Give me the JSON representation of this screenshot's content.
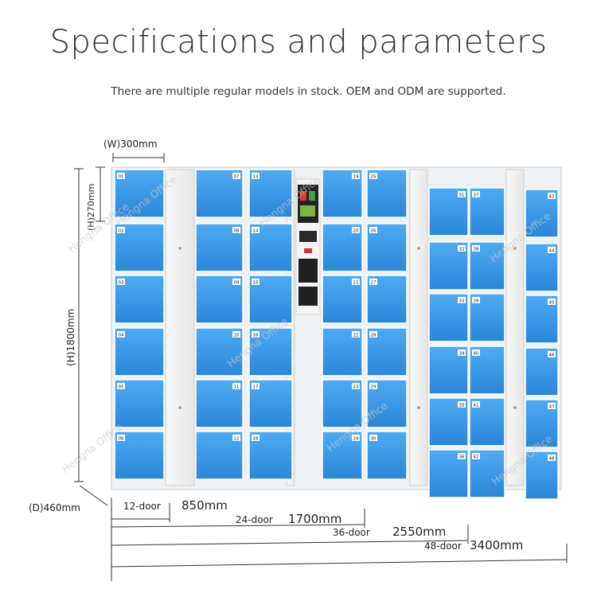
{
  "title": "Specifications and parameters",
  "subtitle": "There are multiple regular models in stock. OEM and ODM are supported.",
  "dimensions": {
    "width": "(W)300mm",
    "cell_height": "(H)270mm",
    "total_height": "(H)1800mm",
    "depth": "(D)460mm"
  },
  "options": [
    {
      "doors": "12-door",
      "length": "850mm"
    },
    {
      "doors": "24-door",
      "length": "1700mm"
    },
    {
      "doors": "36-door",
      "length": "2550mm"
    },
    {
      "doors": "48-door",
      "length": "3400mm"
    }
  ],
  "watermark": "Hengna Office",
  "locker_numbers": {
    "c1": [
      "01",
      "02",
      "03",
      "04",
      "05",
      "06"
    ],
    "c2": [
      "07",
      "08",
      "09",
      "10",
      "11",
      "12"
    ],
    "c3": [
      "13",
      "14",
      "15",
      "16",
      "17",
      "18"
    ],
    "c4": [
      "19",
      "20",
      "21",
      "22",
      "23",
      "24"
    ],
    "c5": [
      "25",
      "26",
      "27",
      "28",
      "29",
      "30"
    ],
    "c6": [
      "31",
      "32",
      "33",
      "34",
      "35",
      "36"
    ],
    "c7": [
      "37",
      "38",
      "39",
      "40",
      "41",
      "42"
    ],
    "c8": [
      "43",
      "44",
      "45",
      "46",
      "47",
      "48"
    ]
  },
  "colors": {
    "door": "#2f8fe0",
    "door_light": "#4aa6f0",
    "frame": "#e9eef3",
    "panel": "#f3f3f3"
  }
}
